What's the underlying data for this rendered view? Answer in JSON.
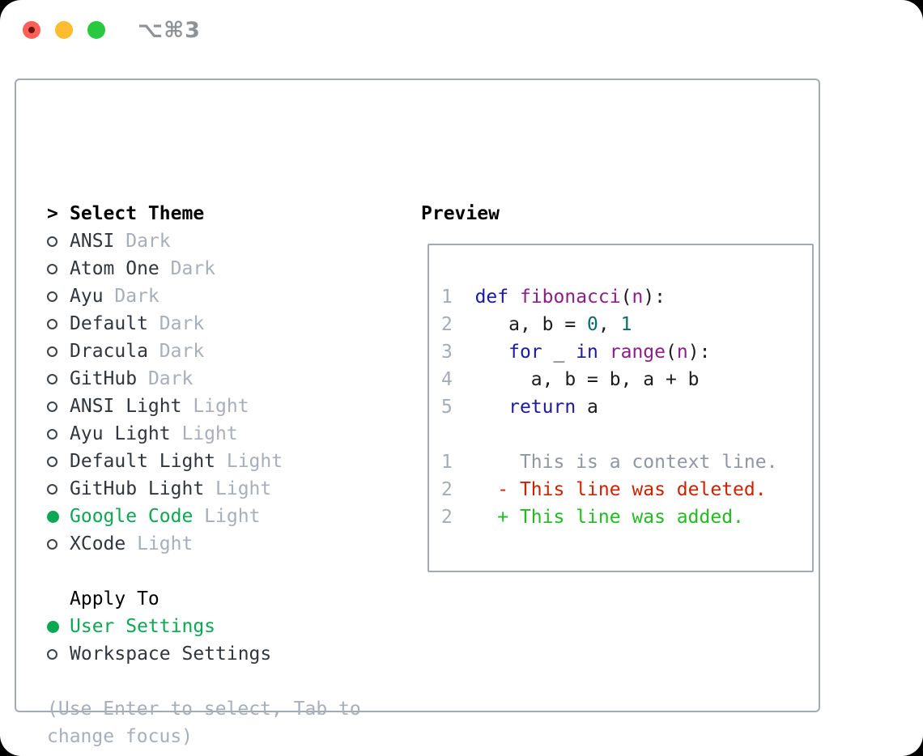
{
  "window": {
    "title": "⌥⌘3"
  },
  "titlebar": {
    "close_label": "close",
    "minimize_label": "minimize",
    "zoom_label": "zoom"
  },
  "colors": {
    "accent_green": "#0ca750",
    "diff_red": "#cc2200",
    "diff_green": "#22bb22",
    "syntax_keyword": "#1a1a9e",
    "syntax_type": "#8a1e8a",
    "syntax_literal": "#0e6b6b",
    "syntax_plain": "#1c1c1c",
    "line_number": "#a4acb6",
    "context_gray": "#8f98a2",
    "text_dark": "#31363d",
    "text_muted": "#a7afba",
    "border_gray": "#a3aab4",
    "traffic_red": "#ff5f57",
    "traffic_yellow": "#febc2e",
    "traffic_green": "#28c840",
    "title_gray": "#8e9297"
  },
  "left": {
    "header_marker": ">",
    "header": "Select Theme",
    "themes": [
      {
        "label": "ANSI",
        "variant": "Dark",
        "selected": false
      },
      {
        "label": "Atom One",
        "variant": "Dark",
        "selected": false
      },
      {
        "label": "Ayu",
        "variant": "Dark",
        "selected": false
      },
      {
        "label": "Default",
        "variant": "Dark",
        "selected": false
      },
      {
        "label": "Dracula",
        "variant": "Dark",
        "selected": false
      },
      {
        "label": "GitHub",
        "variant": "Dark",
        "selected": false
      },
      {
        "label": "ANSI Light",
        "variant": "Light",
        "selected": false
      },
      {
        "label": "Ayu Light",
        "variant": "Light",
        "selected": false
      },
      {
        "label": "Default Light",
        "variant": "Light",
        "selected": false
      },
      {
        "label": "GitHub Light",
        "variant": "Light",
        "selected": false
      },
      {
        "label": "Google Code",
        "variant": "Light",
        "selected": true
      },
      {
        "label": "XCode",
        "variant": "Light",
        "selected": false
      }
    ],
    "apply_to": {
      "header": "Apply To",
      "options": [
        {
          "label": "User Settings",
          "selected": true
        },
        {
          "label": "Workspace Settings",
          "selected": false
        }
      ]
    },
    "hint": "(Use Enter to select, Tab to change focus)"
  },
  "preview": {
    "header": "Preview",
    "lines": [
      {
        "num": "1",
        "tokens": [
          [
            "  ",
            "pln"
          ],
          [
            "def",
            "kwd"
          ],
          [
            " ",
            "pln"
          ],
          [
            "fibonacci",
            "typ"
          ],
          [
            "(",
            "pln"
          ],
          [
            "n",
            "typ"
          ],
          [
            "):",
            "pln"
          ]
        ]
      },
      {
        "num": "2",
        "tokens": [
          [
            "     a, b = ",
            "pln"
          ],
          [
            "0",
            "lit"
          ],
          [
            ", ",
            "pln"
          ],
          [
            "1",
            "lit"
          ]
        ]
      },
      {
        "num": "3",
        "tokens": [
          [
            "     ",
            "pln"
          ],
          [
            "for",
            "kwd"
          ],
          [
            " _ ",
            "pln"
          ],
          [
            "in",
            "kwd"
          ],
          [
            " ",
            "pln"
          ],
          [
            "range",
            "typ"
          ],
          [
            "(",
            "pln"
          ],
          [
            "n",
            "typ"
          ],
          [
            "):",
            "pln"
          ]
        ]
      },
      {
        "num": "4",
        "tokens": [
          [
            "       a, b = b, a + b",
            "pln"
          ]
        ]
      },
      {
        "num": "5",
        "tokens": [
          [
            "     ",
            "pln"
          ],
          [
            "return",
            "kwd"
          ],
          [
            " a",
            "pln"
          ]
        ]
      },
      {
        "num": "",
        "tokens": []
      },
      {
        "num": "1",
        "tokens": [
          [
            "      This is a context line.",
            "ctx"
          ]
        ]
      },
      {
        "num": "2",
        "tokens": [
          [
            "    - This line was deleted.",
            "del"
          ]
        ]
      },
      {
        "num": "2",
        "tokens": [
          [
            "    + This line was added.",
            "add"
          ]
        ]
      }
    ]
  }
}
